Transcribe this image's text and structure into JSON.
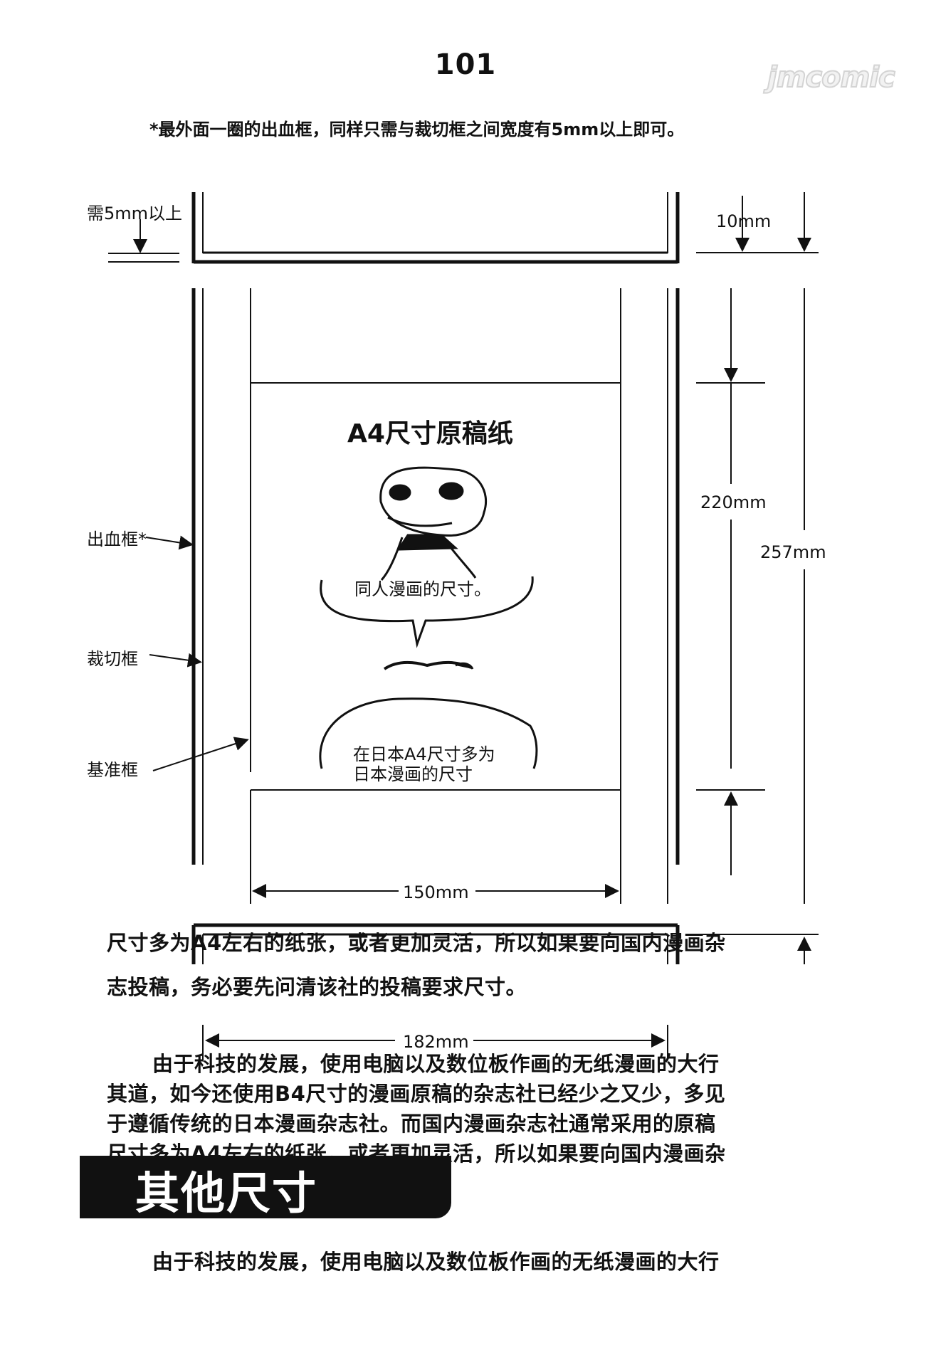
{
  "page_number": "101",
  "watermark": "jmcomic",
  "note": "*最外面一圈的出血框，同样只需与裁切框之间宽度有5mm以上即可。",
  "diagram": {
    "label_need5mm": "需5mm以上",
    "label_10mm": "10mm",
    "label_220mm": "220mm",
    "label_257mm": "257mm",
    "label_150mm": "150mm",
    "label_182mm": "182mm",
    "label_bleed": "出血框*",
    "label_partial_frame": "",
    "label_trim": "裁切框",
    "label_base": "基准框",
    "a4_title": "A4尺寸原稿纸",
    "bubble1_text": "同人漫画的尺寸。",
    "bubble2_line1": "在日本A4尺寸多为",
    "bubble2_line2": "日本漫画的尺寸"
  },
  "body_upper": {
    "line_partial": "尺寸多为A4左右的纸张，或者更加灵活，所以如果要向国内漫画杂",
    "line1": "志投稿，务必要先问清该社的投稿要求尺寸。"
  },
  "body_lower": {
    "line0": "由于科技的发展，使用电脑以及数位板作画的无纸漫画的大行",
    "line1": "其道，如今还使用B4尺寸的漫画原稿的杂志社已经少之又少，多见",
    "line2": "于遵循传统的日本漫画杂志社。而国内漫画杂志社通常采用的原稿",
    "line3": "尺寸多为A4左右的纸张，或者更加灵活，所以如果要向国内漫画杂"
  },
  "section_title": "其他尺寸",
  "bottom_partial": "由于科技的发展，使用电脑以及数位板作画的无纸漫画的大行"
}
